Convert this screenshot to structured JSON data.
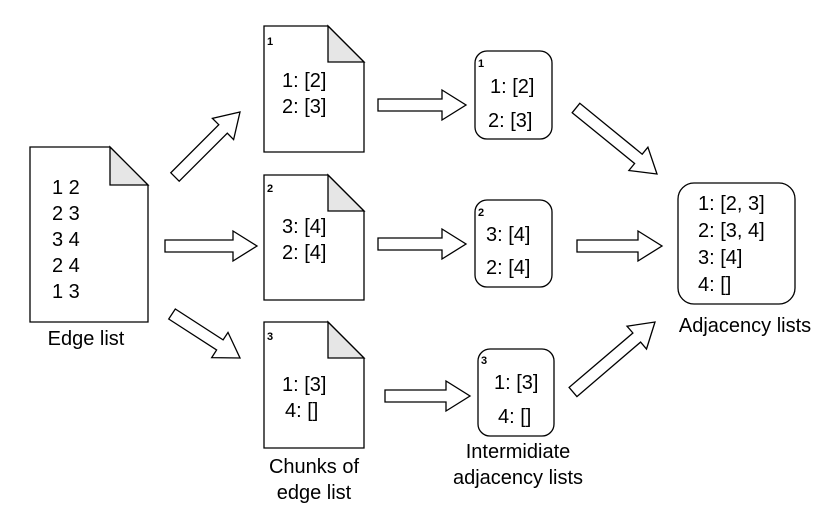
{
  "edge_list": {
    "lines": [
      "1 2",
      "2 3",
      "3 4",
      "2 4",
      "1 3"
    ],
    "label": "Edge list"
  },
  "chunks": {
    "label_lines": [
      "Chunks of",
      "edge list"
    ],
    "items": [
      {
        "index": "1",
        "lines": [
          "1: [2]",
          "2: [3]"
        ]
      },
      {
        "index": "2",
        "lines": [
          "3: [4]",
          "2: [4]"
        ]
      },
      {
        "index": "3",
        "lines": [
          "1: [3]",
          "4: []"
        ]
      }
    ]
  },
  "intermediate": {
    "label_lines": [
      "Intermidiate",
      "adjacency lists"
    ],
    "items": [
      {
        "index": "1",
        "lines": [
          "1: [2]",
          "2: [3]"
        ]
      },
      {
        "index": "2",
        "lines": [
          "3: [4]",
          "2: [4]"
        ]
      },
      {
        "index": "3",
        "lines": [
          "1: [3]",
          "4: []"
        ]
      }
    ]
  },
  "final": {
    "lines": [
      "1: [2, 3]",
      "2: [3, 4]",
      "3: [4]",
      "4: []"
    ],
    "label": "Adjacency lists"
  }
}
